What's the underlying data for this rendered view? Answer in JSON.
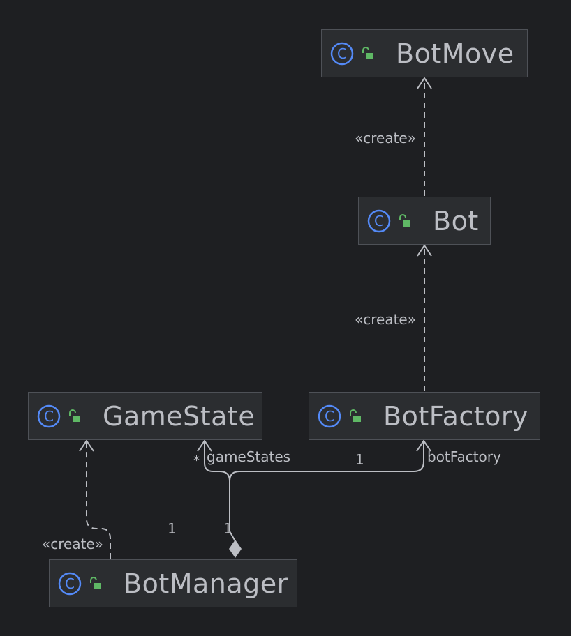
{
  "colors": {
    "background": "#1e1f22",
    "node_fill": "#2b2d30",
    "node_border": "#4e5157",
    "class_icon": "#548af7",
    "access_icon": "#5fb865",
    "edge": "#bcbec4",
    "text": "#bcbec4"
  },
  "classes": {
    "bot_move": {
      "name": "BotMove",
      "icon": "class-icon",
      "access_icon": "public-lock-icon"
    },
    "bot": {
      "name": "Bot",
      "icon": "class-icon",
      "access_icon": "public-lock-icon"
    },
    "game_state": {
      "name": "GameState",
      "icon": "class-icon",
      "access_icon": "public-lock-icon"
    },
    "bot_factory": {
      "name": "BotFactory",
      "icon": "class-icon",
      "access_icon": "public-lock-icon"
    },
    "bot_manager": {
      "name": "BotManager",
      "icon": "class-icon",
      "access_icon": "public-lock-icon"
    }
  },
  "relations": {
    "bot_creates_botmove": {
      "type": "dependency",
      "label": "«create»"
    },
    "factory_creates_bot": {
      "type": "dependency",
      "label": "«create»"
    },
    "manager_creates_gamestate": {
      "type": "dependency",
      "label": "«create»"
    },
    "manager_gamestates": {
      "type": "composition",
      "role": "gameStates",
      "target_multiplicity": "*",
      "source_multiplicity": "1"
    },
    "manager_botfactory": {
      "type": "composition",
      "role": "botFactory",
      "target_multiplicity": "1",
      "source_multiplicity": "1"
    }
  }
}
